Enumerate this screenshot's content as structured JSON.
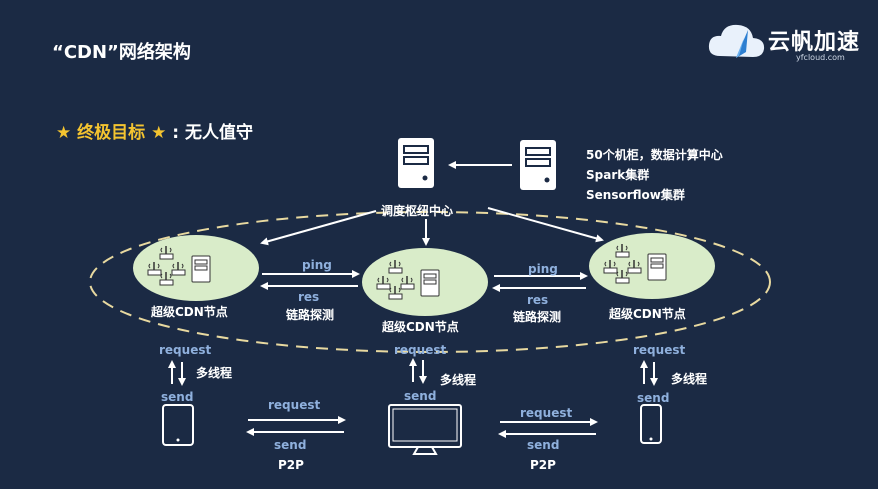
{
  "title": "“CDN”网络架构",
  "logo": {
    "name": "云帆加速",
    "domain": "yfcloud.com"
  },
  "goal": {
    "star1": "★",
    "label": "终极目标",
    "star2": "★",
    "colon": ":",
    "value": "无人值守"
  },
  "datacenter": [
    "50个机柜，数据计算中心",
    "Spark集群",
    "Sensorflow集群"
  ],
  "scheduler_label": "调度枢纽中心",
  "node_label": "超级CDN节点",
  "ping": "ping",
  "res": "res",
  "probe": "链路探测",
  "request": "request",
  "send": "send",
  "multithread": "多线程",
  "p2p": "P2P",
  "colors": {
    "background": "#1b2a44",
    "node": "#d9ecc9",
    "accent": "#f4c430",
    "blue_text": "#8fb0dd",
    "dash": "#e8d9a0"
  }
}
